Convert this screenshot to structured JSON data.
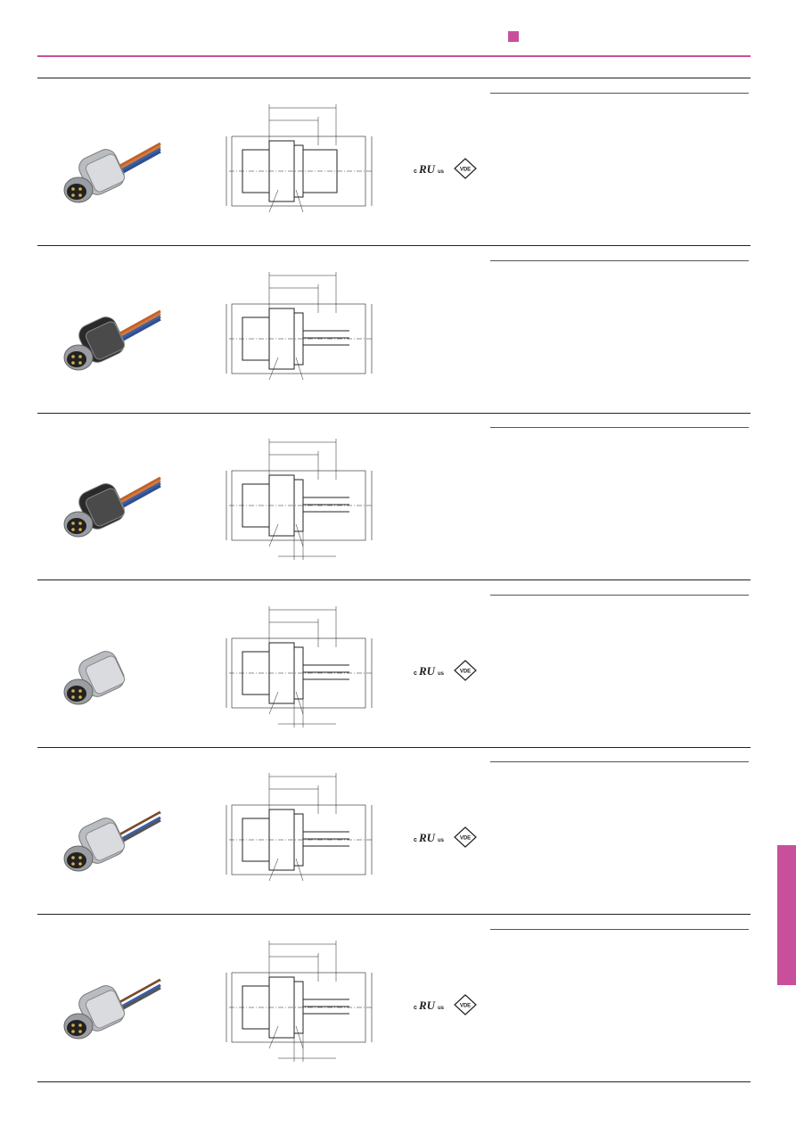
{
  "colors": {
    "accent": "#c8509b",
    "line": "#222222"
  },
  "icons": {
    "ul": "ul-cert-icon",
    "vde": "vde-cert-icon"
  },
  "certs": {
    "ul_prefix": "c",
    "ul_mark": "RU",
    "ul_suffix": "us",
    "vde_mark": "VDE"
  },
  "rows": [
    {
      "photo": "metal-connector-no-cable",
      "drawing": "dimension-drawing-1",
      "certs": true
    },
    {
      "photo": "black-connector-with-cable",
      "drawing": "dimension-drawing-2",
      "certs": false
    },
    {
      "photo": "black-connector-with-cable-large-nut",
      "drawing": "dimension-drawing-3",
      "certs": false
    },
    {
      "photo": "metal-connector-pcb",
      "drawing": "dimension-drawing-4",
      "certs": true
    },
    {
      "photo": "metal-connector-with-wires",
      "drawing": "dimension-drawing-5",
      "certs": true
    },
    {
      "photo": "metal-connector-with-wires-2",
      "drawing": "dimension-drawing-6",
      "certs": true
    }
  ]
}
